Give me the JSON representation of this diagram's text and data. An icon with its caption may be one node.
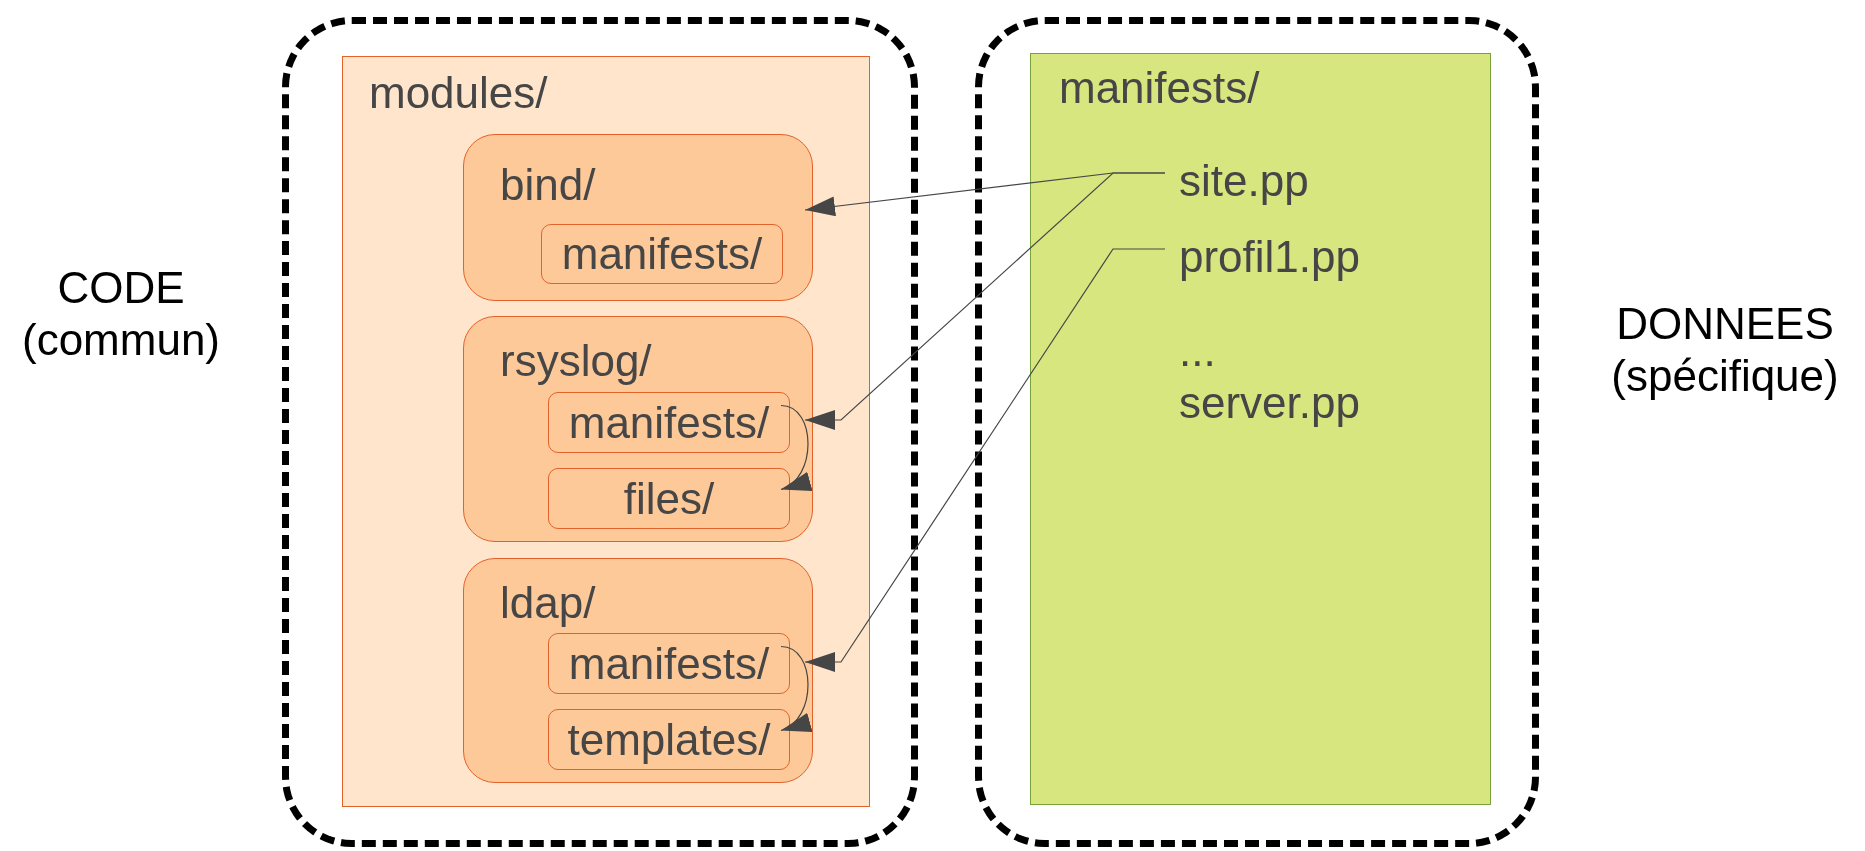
{
  "diagram": {
    "nodes": [
      {
        "text": [],
        "shape": "box",
        "beside": [
          "CODE (commun)"
        ]
      },
      {
        "text": [
          "modules/"
        ],
        "in": 0
      },
      {
        "text": [
          "bind/"
        ],
        "in": 1
      },
      {
        "text": [
          "manifests/"
        ],
        "in": 2
      },
      {
        "text": [
          "rsyslog/"
        ],
        "in": 1
      },
      {
        "text": [
          "manifests/"
        ],
        "in": 4
      },
      {
        "text": [
          "files/"
        ],
        "in": 4
      },
      {
        "text": [
          "ldap/"
        ],
        "in": 1
      },
      {
        "text": [
          "manifests/"
        ],
        "in": 7
      },
      {
        "text": [
          "templates/"
        ],
        "in": 7
      },
      {
        "text": [],
        "shape": "box",
        "beside": [
          "DONNEES (spécifique)"
        ]
      },
      {
        "text": [
          "manifests/"
        ],
        "in": 10
      },
      {
        "text": [
          "site.pp"
        ],
        "in": 11
      },
      {
        "text": [
          "profil1.pp"
        ],
        "in": 11
      },
      {
        "text": [
          "..."
        ],
        "in": 11
      },
      {
        "text": [
          "server.pp"
        ],
        "in": 11
      }
    ],
    "edges": [
      {
        "from": 12,
        "to": 2,
        "arrow": "to"
      },
      {
        "from": 12,
        "to": 4,
        "arrow": "to"
      },
      {
        "from": 13,
        "to": 7,
        "arrow": "to"
      },
      {
        "from": 5,
        "to": 6,
        "arrow": "to"
      },
      {
        "from": 8,
        "to": 9,
        "arrow": "to"
      }
    ]
  }
}
